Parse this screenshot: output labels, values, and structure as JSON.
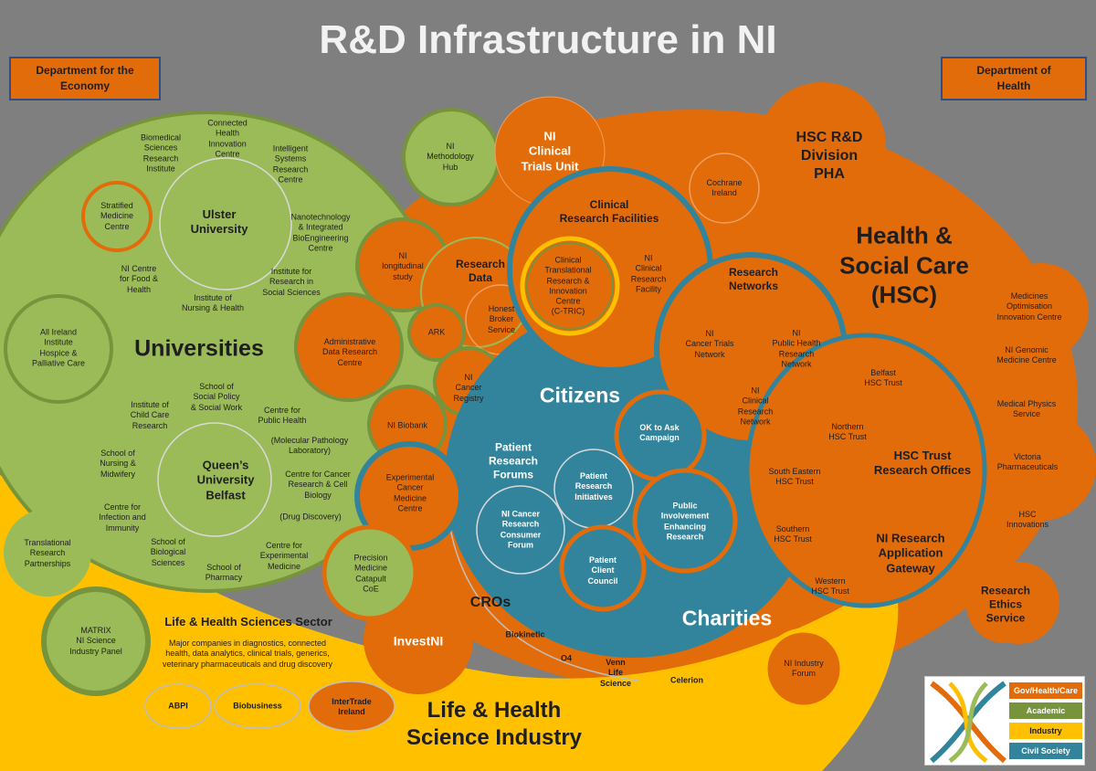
{
  "title": "R&D Infrastructure in NI",
  "departments": {
    "economy": "Department for the\nEconomy",
    "health": "Department of\nHealth"
  },
  "colors": {
    "background": "#7f7f7f",
    "gov_health_care": "#e36c0a",
    "academic": "#77933c",
    "academic_fill": "#9bbb59",
    "industry": "#ffc000",
    "civil_society": "#31849b"
  },
  "regions": {
    "universities": "Universities",
    "hsc": "Health &\nSocial Care\n(HSC)",
    "citizens": "Citizens",
    "charities": "Charities",
    "life_health_industry": "Life & Health\nScience Industry",
    "cros": "CROs",
    "research_data": "Research\nData",
    "clinical_research_facilities": "Clinical\nResearch Facilities",
    "research_networks": "Research\nNetworks",
    "patient_research_forums": "Patient\nResearch\nForums",
    "hsc_trust_offices": "HSC Trust\nResearch Offices",
    "ni_research_gateway": "NI Research\nApplication\nGateway"
  },
  "university_items": {
    "ulster": "Ulster\nUniversity",
    "queens": "Queen’s\nUniversity\nBelfast",
    "biomedical": "Biomedical\nSciences\nResearch\nInstitute",
    "connected_health": "Connected\nHealth\nInnovation\nCentre",
    "intelligent_systems": "Intelligent\nSystems\nResearch\nCentre",
    "nanotech": "Nanotechnology\n& Integrated\nBioEngineering\nCentre",
    "stratified": "Stratified\nMedicine\nCentre",
    "food_health": "NI Centre\nfor Food &\nHealth",
    "inst_research_social": "Institute for\nResearch in\nSocial Sciences",
    "nursing_health": "Institute of\nNursing & Health",
    "all_ireland": "All Ireland\nInstitute\nHospice &\nPalliative Care",
    "social_policy": "School of\nSocial Policy\n& Social Work",
    "child_care": "Institute of\nChild Care\nResearch",
    "public_health": "Centre for\nPublic Health",
    "mol_path": "(Molecular Pathology\nLaboratory)",
    "nursing_midwifery": "School of\nNursing &\nMidwifery",
    "cancer_research": "Centre for Cancer\nResearch & Cell\nBiology",
    "drug_discovery": "(Drug Discovery)",
    "infection": "Centre for\nInfection and\nImmunity",
    "bio_sciences": "School of\nBiological\nSciences",
    "pharmacy": "School of\nPharmacy",
    "exp_medicine": "Centre for\nExperimental\nMedicine",
    "translational": "Translational\nResearch\nPartnerships"
  },
  "hsc_items": {
    "methodology": "NI\nMethodology\nHub",
    "ctu": "NI\nClinical\nTrials Unit",
    "hsc_rd": "HSC R&D\nDivision\nPHA",
    "cochrane": "Cochrane\nIreland",
    "longitudinal": "NI\nlongitudinal\nstudy",
    "admin_data": "Administrative\nData Research\nCentre",
    "ark": "ARK",
    "honest_broker": "Honest\nBroker\nService",
    "cancer_registry": "NI\nCancer\nRegistry",
    "biobank": "NI Biobank",
    "ctric": "Clinical\nTranslational\nResearch &\nInnovation\nCentre\n(C-TRIC)",
    "nicrf": "NI\nClinical\nResearch\nFacility",
    "cancer_trials": "NI\nCancer Trials\nNetwork",
    "public_health_net": "NI\nPublic Health\nResearch\nNetwork",
    "clinical_net": "NI\nClinical\nResearch\nNetwork",
    "ecmc": "Experimental\nCancer\nMedicine\nCentre",
    "belfast": "Belfast\nHSC Trust",
    "northern": "Northern\nHSC Trust",
    "south_eastern": "South Eastern\nHSC Trust",
    "southern": "Southern\nHSC Trust",
    "western": "Western\nHSC Trust",
    "medicines_opt": "Medicines\nOptimisation\nInnovation Centre",
    "genomic": "NI Genomic\nMedicine Centre",
    "med_physics": "Medical Physics\nService",
    "victoria": "Victoria\nPharmaceuticals",
    "hsc_innovations": "HSC\nInnovations",
    "ethics": "Research\nEthics\nService",
    "ni_industry_forum": "NI Industry\nForum"
  },
  "citizen_items": {
    "ok_to_ask": "OK to Ask\nCampaign",
    "patient_initiatives": "Patient\nResearch\nInitiatives",
    "cancer_consumer": "NI Cancer\nResearch\nConsumer\nForum",
    "public_involvement": "Public\nInvolvement\nEnhancing\nResearch",
    "patient_client": "Patient\nClient\nCouncil"
  },
  "industry_items": {
    "precision": "Precision\nMedicine\nCatapult\nCoE",
    "investni": "InvestNI",
    "matrix": "MATRIX\nNI Science\nIndustry Panel",
    "lhs_sector": "Life & Health Sciences Sector",
    "lhs_desc": "Major companies in diagnostics, connected\nhealth, data analytics, clinical trials, generics,\nveterinary pharmaceuticals and drug discovery",
    "abpi": "ABPI",
    "biobusiness": "Biobusiness",
    "intertrade": "InterTrade\nIreland",
    "biokinetic": "Biokinetic",
    "o4": "O4",
    "venn": "Venn\nLife\nScience",
    "celerion": "Celerion"
  },
  "legend": {
    "items": [
      {
        "label": "Gov/Health/Care",
        "color": "#e36c0a"
      },
      {
        "label": "Academic",
        "color": "#77933c"
      },
      {
        "label": "Industry",
        "color": "#ffc000"
      },
      {
        "label": "Civil Society",
        "color": "#31849b"
      }
    ]
  }
}
